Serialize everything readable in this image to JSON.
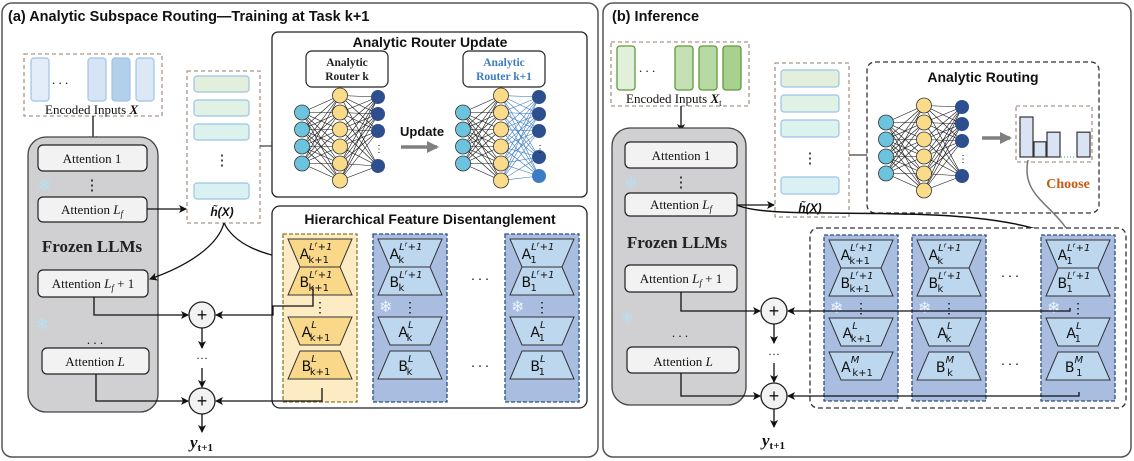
{
  "panel_a": {
    "title": "(a) Analytic Subspace Routing—Training at Task k+1",
    "encoded_inputs_label": "Encoded Inputs ",
    "encoded_inputs_var": "X",
    "llm": {
      "label": "Frozen LLMs",
      "layers": [
        "Attention 1",
        "Attention Lf",
        "Attention Lf + 1",
        "Attention L"
      ],
      "ellipsis": "⋮",
      "dots": ". . ."
    },
    "feature_label": "h̃(X)",
    "router_update": {
      "title": "Analytic Router Update",
      "router_old": [
        "Analytic",
        "Router k"
      ],
      "router_new": [
        "Analytic",
        "Router k+1"
      ],
      "arrow_label": "Update"
    },
    "hfd": {
      "title": "Hierarchical Feature Disentanglement",
      "columns": [
        {
          "sub": "k+1",
          "items": [
            "A",
            "B",
            "A",
            "B"
          ],
          "sups": [
            "Lf+1",
            "Lf+1",
            "L",
            "L"
          ],
          "theme": "gold"
        },
        {
          "sub": "k",
          "items": [
            "A",
            "B",
            "A",
            "B"
          ],
          "sups": [
            "Lf+1",
            "Lf+1",
            "L",
            "L"
          ],
          "theme": "blue"
        },
        {
          "sub": "1",
          "items": [
            "A",
            "B",
            "A",
            "B"
          ],
          "sups": [
            "Lf+1",
            "Lf+1",
            "L",
            "L"
          ],
          "theme": "blue"
        }
      ],
      "dots": ". . ."
    },
    "output_label": "y",
    "output_sub": "t+1"
  },
  "panel_b": {
    "title": "(b) Inference",
    "encoded_inputs_label": "Encoded Inputs ",
    "encoded_inputs_var": "X",
    "encoded_inputs_sub": "t",
    "llm": {
      "label": "Frozen LLMs",
      "layers": [
        "Attention 1",
        "Attention Lf",
        "Attention Lf + 1",
        "Attention L"
      ]
    },
    "feature_label": "h̃(X)",
    "routing": {
      "title": "Analytic Routing",
      "choose_label": "Choose",
      "bar_scores": [
        1.0,
        0.38,
        0.62,
        0.0,
        0.62
      ]
    },
    "experts": {
      "columns": [
        {
          "sub": "k+1",
          "items": [
            "A",
            "B",
            "A",
            "A"
          ],
          "sups": [
            "Lf+1",
            "Lf+1",
            "L",
            "M"
          ]
        },
        {
          "sub": "k",
          "items": [
            "A",
            "B",
            "A",
            "B"
          ],
          "sups": [
            "Lf+1",
            "Lf+1",
            "L",
            "M"
          ]
        },
        {
          "sub": "1",
          "items": [
            "A",
            "B",
            "A",
            "B"
          ],
          "sups": [
            "Lf+1",
            "Lf+1",
            "L",
            "M"
          ]
        }
      ]
    },
    "output_label": "y",
    "output_sub": "t+1"
  },
  "colors": {
    "llm_bg": "#d0cfd1",
    "gold_fill": "#fad88a",
    "gold_bg": "#fdebc4",
    "blue_fill": "#bdd7ee",
    "blue_bg": "#a9bde0",
    "input_node": "#6cc3dd",
    "hidden_node": "#fadb8a",
    "output_node": "#2e4f8e",
    "new_edge": "#3c7cc4",
    "choose": "#c55a11"
  }
}
